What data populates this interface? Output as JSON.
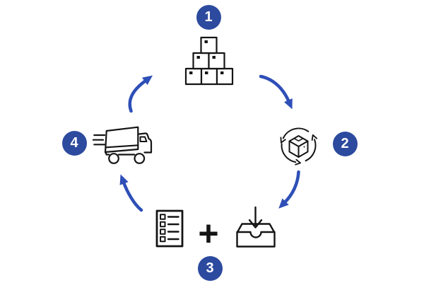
{
  "diagram": {
    "steps": [
      {
        "number": "1",
        "icon": "stacked-boxes",
        "position": "top"
      },
      {
        "number": "2",
        "icon": "package-cycle",
        "position": "right"
      },
      {
        "number": "3",
        "icon": "checklist-plus-inbox",
        "position": "bottom"
      },
      {
        "number": "4",
        "icon": "delivery-truck",
        "position": "left"
      }
    ],
    "plus_label": "+",
    "flow": [
      {
        "from": "1",
        "to": "2"
      },
      {
        "from": "2",
        "to": "3"
      },
      {
        "from": "3",
        "to": "4"
      },
      {
        "from": "4",
        "to": "1"
      }
    ],
    "colors": {
      "badge": "#2c4a9e",
      "arrow": "#2e4fb7",
      "icon": "#151515",
      "background": "#ffffff"
    }
  }
}
